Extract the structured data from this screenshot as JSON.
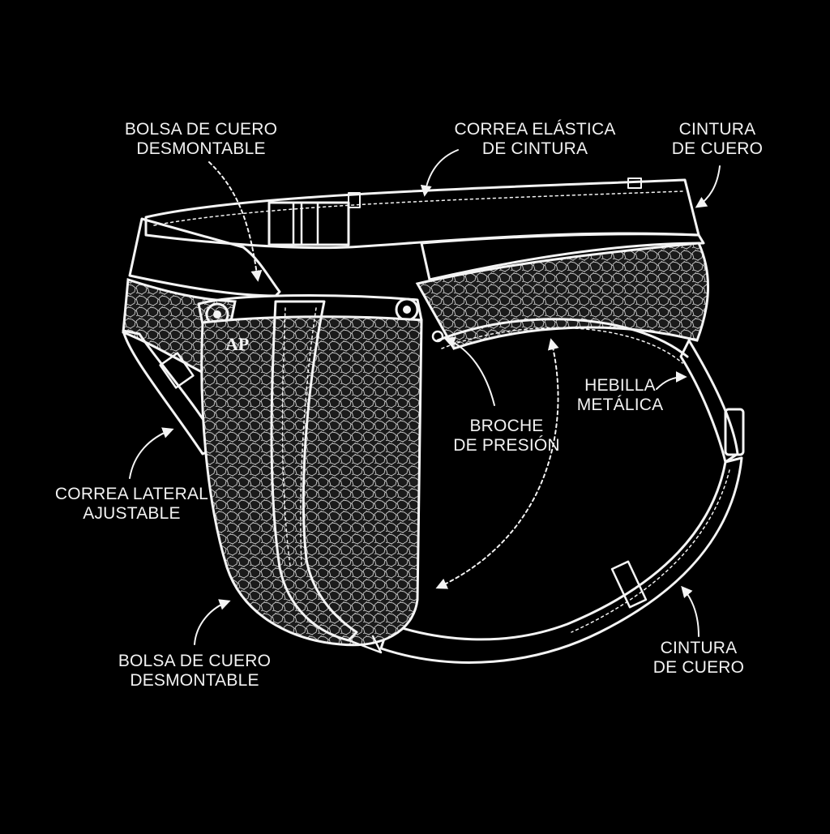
{
  "diagram": {
    "logo_text": "AP",
    "colors": {
      "background": "#000000",
      "line": "#f4f4f4",
      "texture": "#bdbdbd"
    },
    "labels": {
      "bolsa_top": {
        "line1": "BOLSA DE CUERO",
        "line2": "DESMONTABLE"
      },
      "correa_elastica": {
        "line1": "CORREA ELÁSTICA",
        "line2": "DE CINTURA"
      },
      "cintura_top": {
        "line1": "CINTURA",
        "line2": "DE CUERO"
      },
      "hebilla": {
        "line1": "HEBILLA",
        "line2": "METÁLICA"
      },
      "broche": {
        "line1": "BROCHE",
        "line2": "DE PRESIÓN"
      },
      "correa_lateral": {
        "line1": "CORREA LATERAL",
        "line2": "AJUSTABLE"
      },
      "bolsa_bottom": {
        "line1": "BOLSA DE CUERO",
        "line2": "DESMONTABLE"
      },
      "cintura_bottom": {
        "line1": "CINTURA",
        "line2": "DE CUERO"
      }
    }
  }
}
